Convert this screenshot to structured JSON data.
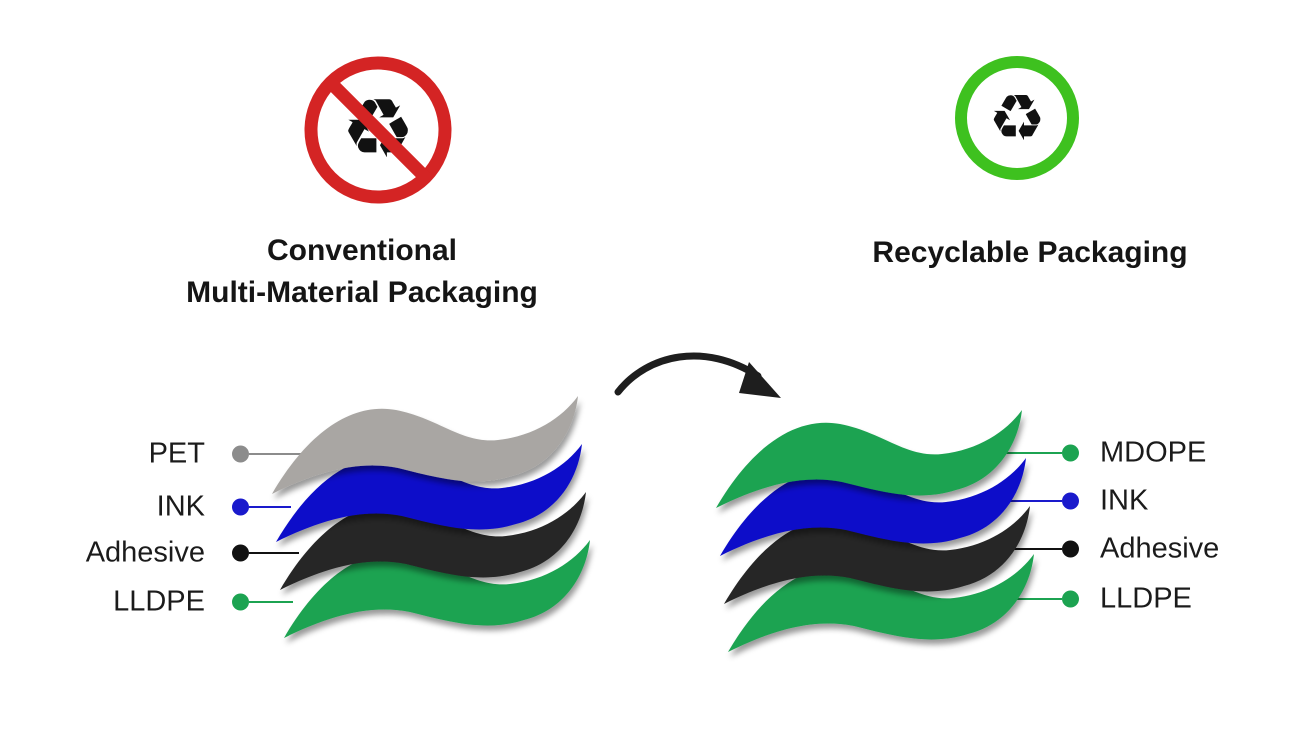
{
  "left": {
    "icon": "no-recycling",
    "recycle_glyph": "♻",
    "title_line1": "Conventional",
    "title_line2": "Multi-Material Packaging",
    "layers": [
      {
        "label": "PET",
        "color": "#A9A6A3",
        "accent": "#8C8C8C"
      },
      {
        "label": "INK",
        "color": "#0D0DC9",
        "accent": "#1A1ACC"
      },
      {
        "label": "Adhesive",
        "color": "#272727",
        "accent": "#111111"
      },
      {
        "label": "LLDPE",
        "color": "#1CA351",
        "accent": "#1CA351"
      }
    ]
  },
  "right": {
    "icon": "recyclable",
    "recycle_glyph": "♻",
    "title": "Recyclable Packaging",
    "layers": [
      {
        "label": "MDOPE",
        "color": "#1CA351",
        "accent": "#1CA351"
      },
      {
        "label": "INK",
        "color": "#0D0DC9",
        "accent": "#1A1ACC"
      },
      {
        "label": "Adhesive",
        "color": "#272727",
        "accent": "#111111"
      },
      {
        "label": "LLDPE",
        "color": "#1CA351",
        "accent": "#1CA351"
      }
    ]
  },
  "colors": {
    "prohibition_red": "#D42424",
    "recycle_ring_green": "#3EC11F",
    "arrow_black": "#1E1E1E",
    "glyph_black": "#111111"
  }
}
